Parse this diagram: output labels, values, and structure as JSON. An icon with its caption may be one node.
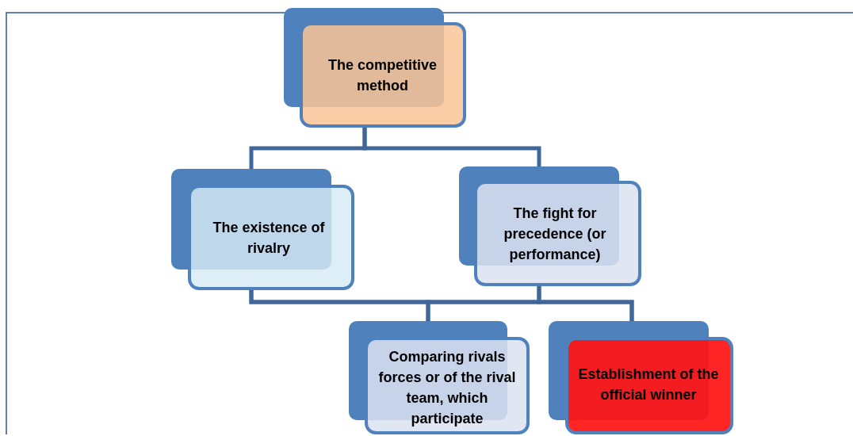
{
  "diagram": {
    "nodes": [
      {
        "text": [
          "The competitive method"
        ]
      },
      {
        "text": [
          "The existence of rivalry"
        ]
      },
      {
        "text": [
          "The fight for precedence (or performance)"
        ]
      },
      {
        "text": [
          "Comparing rivals forces or of the rival team, which participate"
        ]
      },
      {
        "text": [
          "Establishment of the official winner"
        ]
      }
    ],
    "edges": [
      {
        "from": 0,
        "to": 1,
        "arrow": "none"
      },
      {
        "from": 0,
        "to": 2,
        "arrow": "none"
      },
      {
        "from": 1,
        "to": 3,
        "arrow": "none"
      },
      {
        "from": 1,
        "to": 4,
        "arrow": "none"
      },
      {
        "from": 2,
        "to": 3,
        "arrow": "none"
      },
      {
        "from": 2,
        "to": 4,
        "arrow": "none"
      }
    ]
  }
}
